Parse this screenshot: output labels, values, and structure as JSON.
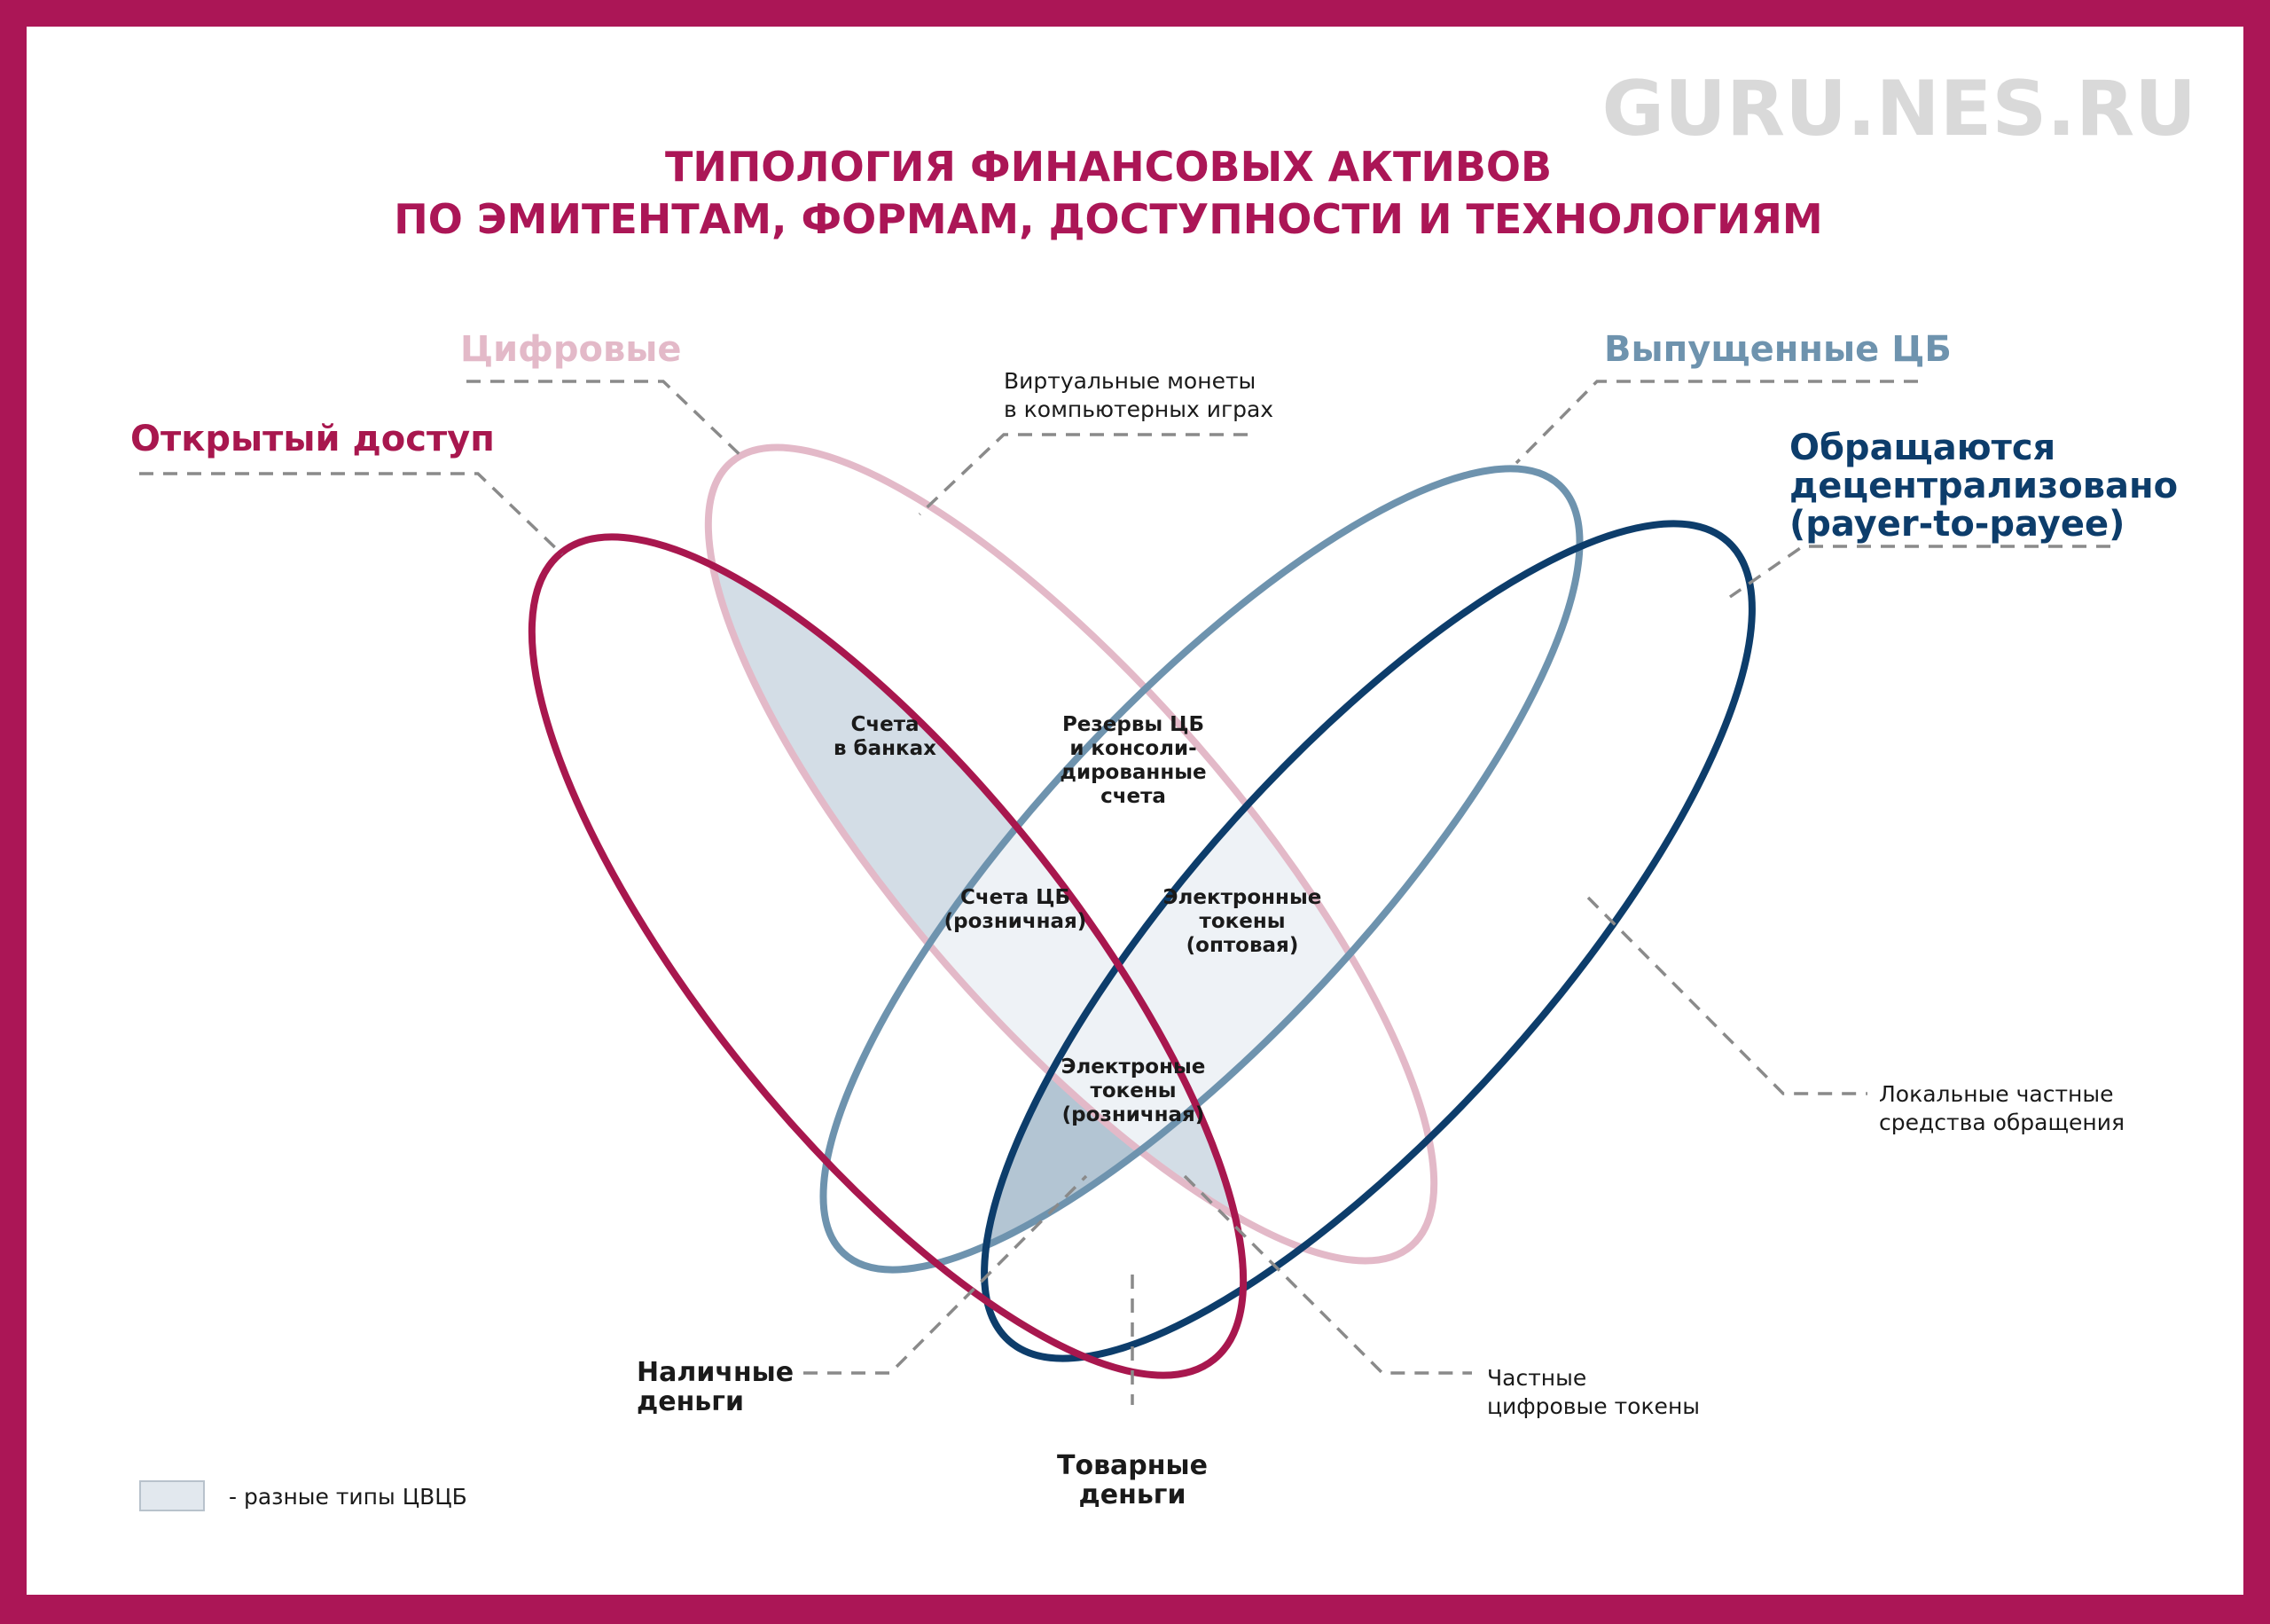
{
  "watermark": "GURU.NES.RU",
  "title": {
    "line1": "ТИПОЛОГИЯ ФИНАНСОВЫХ АКТИВОВ",
    "line2": "ПО ЭМИТЕНТАМ, ФОРМАМ, ДОСТУПНОСТИ И ТЕХНОЛОГИЯМ"
  },
  "sets": {
    "digital": {
      "label": "Цифровые",
      "color": "#e3b9c8"
    },
    "open_access": {
      "label": "Открытый доступ",
      "color": "#a8174e"
    },
    "cb_issued": {
      "label": "Выпущенные ЦБ",
      "color": "#6e93ae"
    },
    "decentralized": {
      "lines": [
        "Обращаются",
        "децентрализовано",
        "(payer-to-payee)"
      ],
      "color": "#0d3d6b"
    }
  },
  "regions": {
    "bank_accounts": [
      "Счета",
      "в банках"
    ],
    "cb_reserves": [
      "Резервы ЦБ",
      "и консоли-",
      "дированные",
      "счета"
    ],
    "cb_accounts_retail": [
      "Счета ЦБ",
      "(розничная)"
    ],
    "etokens_wholesale": [
      "Электронные",
      "токены",
      "(оптовая)"
    ],
    "etokens_retail": [
      "Электроные",
      "токены",
      "(розничная)"
    ]
  },
  "callouts": {
    "virtual_coins": [
      "Виртуальные монеты",
      "в компьютерных играх"
    ],
    "local_private": [
      "Локальные частные",
      "средства обращения"
    ],
    "private_tokens": [
      "Частные",
      "цифровые токены"
    ],
    "cash": [
      "Наличные",
      "деньги"
    ],
    "commodity": [
      "Товарные",
      "деньги"
    ]
  },
  "legend": {
    "label": "-  разные типы ЦВЦБ",
    "swatch_color": "#e2e8ee"
  },
  "fills": {
    "dark": "#d3dde6",
    "darker": "#b3c5d3",
    "light": "#eef2f6"
  }
}
